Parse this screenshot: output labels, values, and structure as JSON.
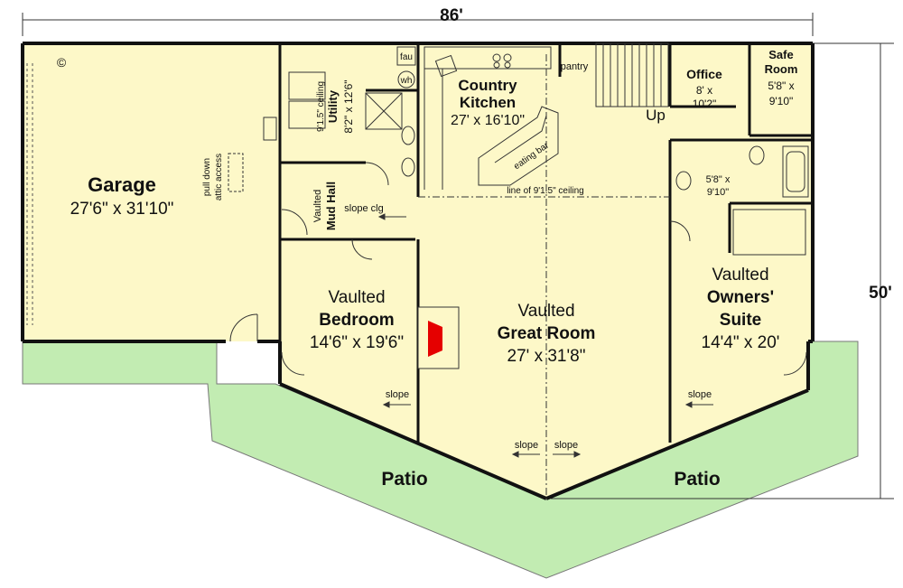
{
  "dimensions": {
    "width": "86'",
    "depth": "50'"
  },
  "copyright": "©",
  "colors": {
    "floor": "#fdf8c8",
    "patio": "#c2ecb2",
    "wall": "#111111",
    "fireplace": "#e50000"
  },
  "rooms": {
    "garage": {
      "name": "Garage",
      "size": "27'6\" x 31'10\"",
      "attic_line1": "pull down",
      "attic_line2": "attic access"
    },
    "utility": {
      "ceiling": "9'1.5\" ceiling",
      "name": "Utility",
      "size": "8'2\" x 12'6\""
    },
    "mudhall": {
      "line1": "Vaulted",
      "line2": "Mud Hall",
      "slope": "slope clg"
    },
    "kitchen": {
      "name1": "Country",
      "name2": "Kitchen",
      "size": "27' x 16'10\"",
      "bar": "eating bar",
      "ceiling_line": "line of 9'1.5\" ceiling",
      "pantry": "pantry"
    },
    "stairs": {
      "label": "Up"
    },
    "office": {
      "name": "Office",
      "size1": "8' x",
      "size2": "10'2\""
    },
    "saferoom": {
      "name1": "Safe",
      "name2": "Room",
      "size1": "5'8\" x",
      "size2": "9'10\""
    },
    "bath": {
      "size1": "5'8\" x",
      "size2": "9'10\""
    },
    "fixtures": {
      "fau": "fau",
      "wh": "wh"
    },
    "bedroom": {
      "line1": "Vaulted",
      "line2": "Bedroom",
      "size": "14'6\" x 19'6\"",
      "slope": "slope"
    },
    "great_room": {
      "line1": "Vaulted",
      "line2": "Great Room",
      "size": "27' x 31'8\"",
      "slope_left": "slope",
      "slope_right": "slope"
    },
    "owners_suite": {
      "line1": "Vaulted",
      "line2": "Owners'",
      "line3": "Suite",
      "size": "14'4\" x 20'",
      "slope": "slope"
    },
    "patio_left": {
      "name": "Patio"
    },
    "patio_right": {
      "name": "Patio"
    }
  }
}
